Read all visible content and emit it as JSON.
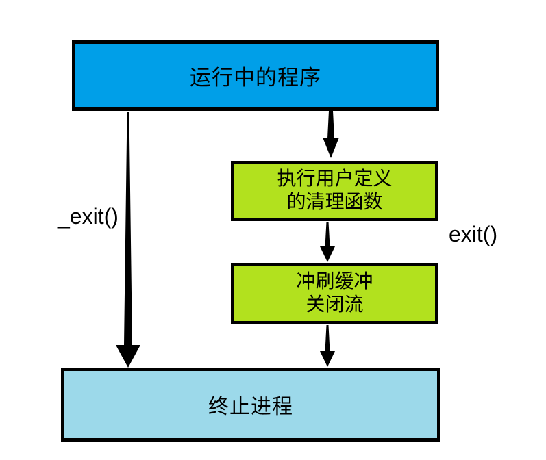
{
  "diagram": {
    "nodes": [
      {
        "id": "running-program",
        "label": "运行中的程序",
        "fill": "#009FE8"
      },
      {
        "id": "cleanup-handlers",
        "lines": [
          "执行用户定义",
          "的清理函数"
        ],
        "fill": "#B2E11E"
      },
      {
        "id": "flush-close",
        "lines": [
          "冲刷缓冲",
          "关闭流"
        ],
        "fill": "#B2E11E"
      },
      {
        "id": "terminate-process",
        "label": "终止进程",
        "fill": "#9CD9EA"
      }
    ],
    "edge_labels": {
      "exit_underscore": "_exit()",
      "exit": "exit()"
    },
    "arrows": [
      {
        "name": "arrow-exit-underscore",
        "from": "running-program",
        "to": "terminate-process"
      },
      {
        "name": "arrow-to-cleanup",
        "from": "running-program",
        "to": "cleanup-handlers"
      },
      {
        "name": "arrow-cleanup-to-flush",
        "from": "cleanup-handlers",
        "to": "flush-close"
      },
      {
        "name": "arrow-flush-to-terminate",
        "from": "flush-close",
        "to": "terminate-process"
      }
    ],
    "colors": {
      "background": "#FFFFFF",
      "border": "#000000",
      "arrow": "#000000",
      "running_fill": "#009FE8",
      "cleanup_fill": "#B2E11E",
      "terminate_fill": "#9CD9EA"
    }
  }
}
